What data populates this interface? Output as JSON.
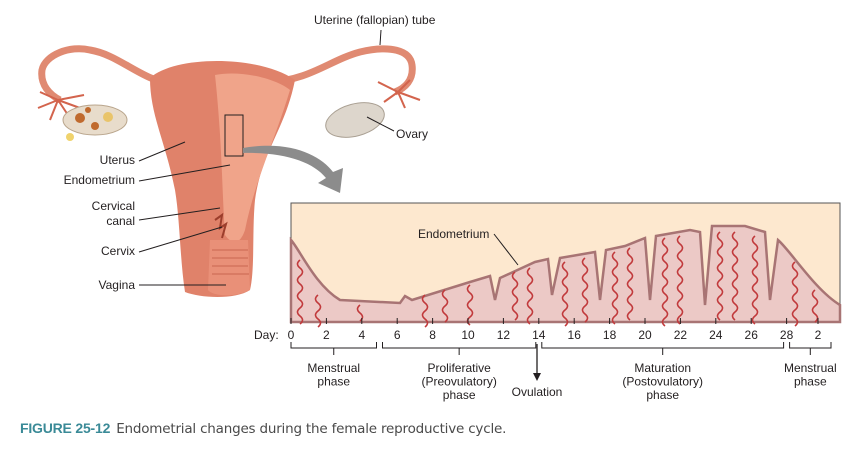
{
  "labels": {
    "tube": "Uterine (fallopian) tube",
    "ovary": "Ovary",
    "uterus": "Uterus",
    "endometrium_left": "Endometrium",
    "cervical_canal_1": "Cervical",
    "cervical_canal_2": "canal",
    "cervix": "Cervix",
    "vagina": "Vagina",
    "endometrium_panel": "Endometrium"
  },
  "axis": {
    "prefix": "Day:",
    "ticks": [
      "0",
      "2",
      "4",
      "6",
      "8",
      "10",
      "12",
      "14",
      "16",
      "18",
      "20",
      "22",
      "24",
      "26",
      "28",
      "2"
    ]
  },
  "phases": [
    {
      "lines": [
        "Menstrual",
        "phase"
      ],
      "days": [
        0,
        5
      ]
    },
    {
      "lines": [
        "Proliferative",
        "(Preovulatory)",
        "phase"
      ],
      "days": [
        5,
        14
      ]
    },
    {
      "lines": [
        "Maturation",
        "(Postovulatory)",
        "phase"
      ],
      "days": [
        14,
        28
      ]
    },
    {
      "lines": [
        "Menstrual",
        "phase"
      ],
      "days": [
        28,
        31
      ]
    }
  ],
  "ovulation": {
    "label": "Ovulation",
    "day": 14
  },
  "caption": {
    "number": "FIGURE 25-12",
    "text": "Endometrial changes during the female reproductive cycle."
  },
  "colors": {
    "panel_bg": "#fde8cf",
    "tissue": "#ecc9c6",
    "vessel": "#c1393b",
    "uterus": "#e0826a",
    "caption_accent": "#3a8a97"
  }
}
